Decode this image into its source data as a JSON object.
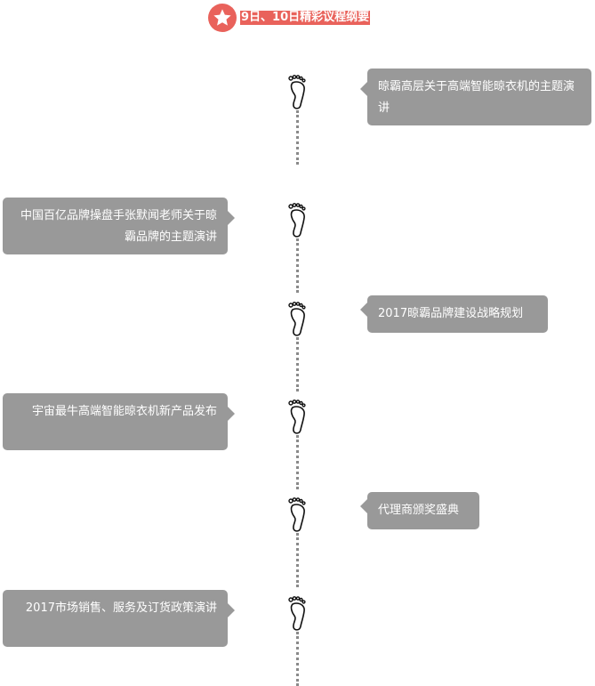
{
  "header": {
    "title": "9日、10日精彩议程纲要"
  },
  "colors": {
    "accent": "#e9625b",
    "bubble": "#999999",
    "line": "#8a8a8a"
  },
  "timeline": {
    "items": [
      {
        "side": "right",
        "text": "晾霸高层关于高端智能晾衣机的主题演讲"
      },
      {
        "side": "left",
        "text": "中国百亿品牌操盘手张默闻老师关于晾霸品牌的主题演讲"
      },
      {
        "side": "right",
        "text": "2017晾霸品牌建设战略规划"
      },
      {
        "side": "left",
        "text": "宇宙最牛高端智能晾衣机新产品发布"
      },
      {
        "side": "right",
        "text": "代理商颁奖盛典"
      },
      {
        "side": "left",
        "text": "2017市场销售、服务及订货政策演讲"
      }
    ]
  }
}
